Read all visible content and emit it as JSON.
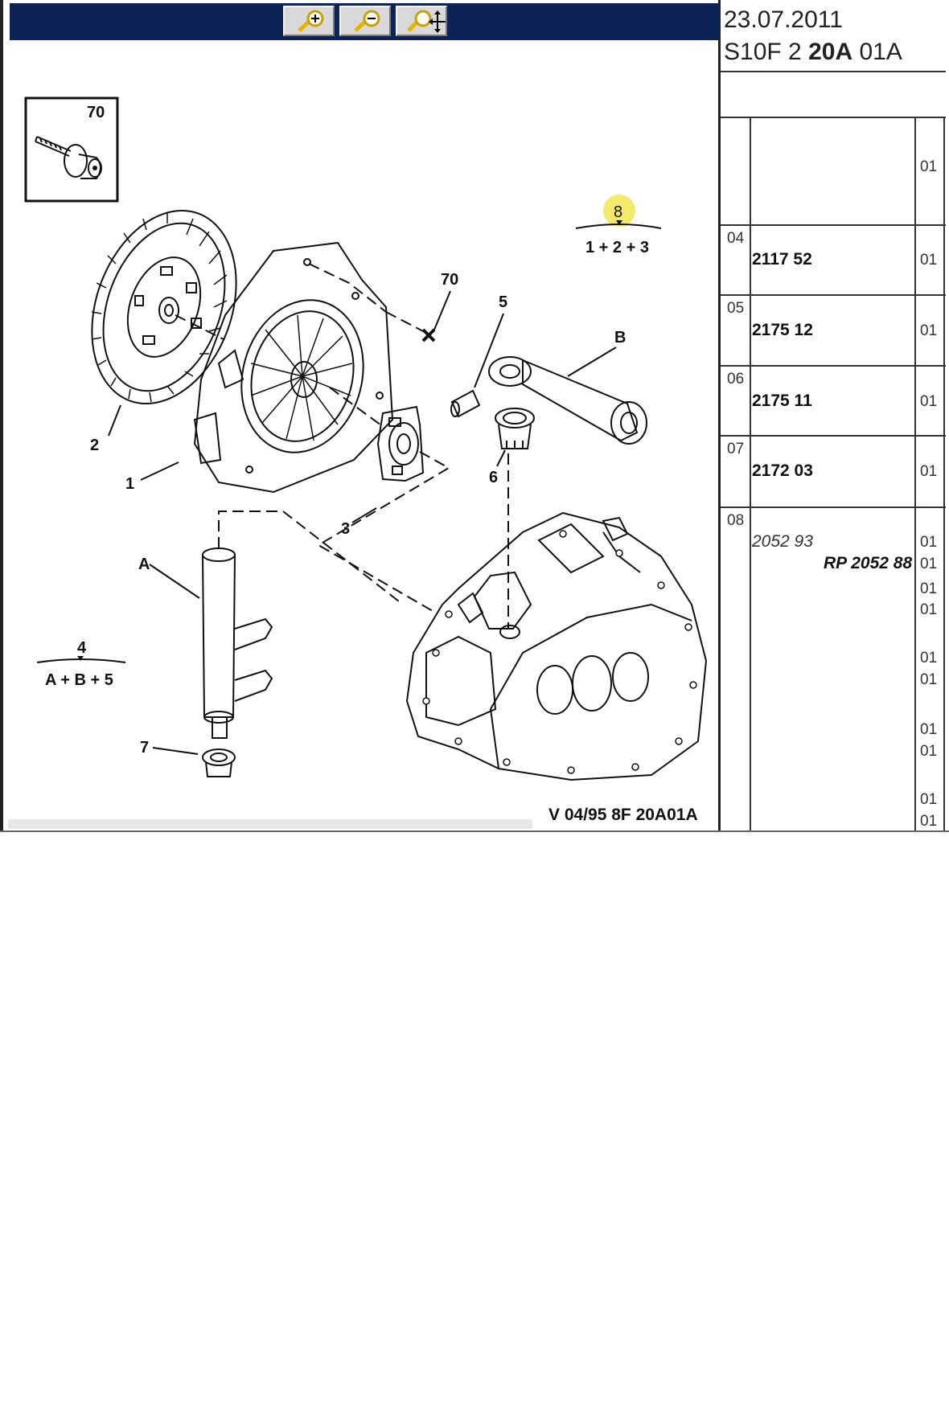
{
  "toolbar": {
    "buttons": [
      {
        "name": "zoom-in-button",
        "icon": "magnifier-plus-icon"
      },
      {
        "name": "zoom-out-button",
        "icon": "magnifier-minus-icon"
      },
      {
        "name": "pan-zoom-button",
        "icon": "magnifier-pan-icon"
      }
    ]
  },
  "diagram": {
    "callouts": {
      "c70_box": "70",
      "c70": "70",
      "c2": "2",
      "c1": "1",
      "c3": "3",
      "c5": "5",
      "cB": "B",
      "c6": "6",
      "cA": "A",
      "c7": "7",
      "c8": "8",
      "kit8": "1 + 2 + 3",
      "c4": "4",
      "kit4": "A + B + 5"
    },
    "highlight_color": "#f3ea6b",
    "code": "V 04/95 8F 20A01A"
  },
  "side": {
    "date": "23.07.2011",
    "ref_prefix": "S10F 2",
    "ref_bold": "20A",
    "ref_suffix": "01A",
    "header_qty": "01",
    "rows": [
      {
        "index": "04",
        "part": "2117 52",
        "qty": "01"
      },
      {
        "index": "05",
        "part": "2175 12",
        "qty": "01"
      },
      {
        "index": "06",
        "part": "2175 11",
        "qty": "01"
      },
      {
        "index": "07",
        "part": "2172 03",
        "qty": "01"
      }
    ],
    "row08": {
      "index": "08",
      "part_italic": "2052 93",
      "rp": "RP 2052 88",
      "qtys": [
        "01",
        "01",
        "01",
        "01",
        "01",
        "01",
        "01",
        "01",
        "01",
        "01"
      ]
    }
  }
}
